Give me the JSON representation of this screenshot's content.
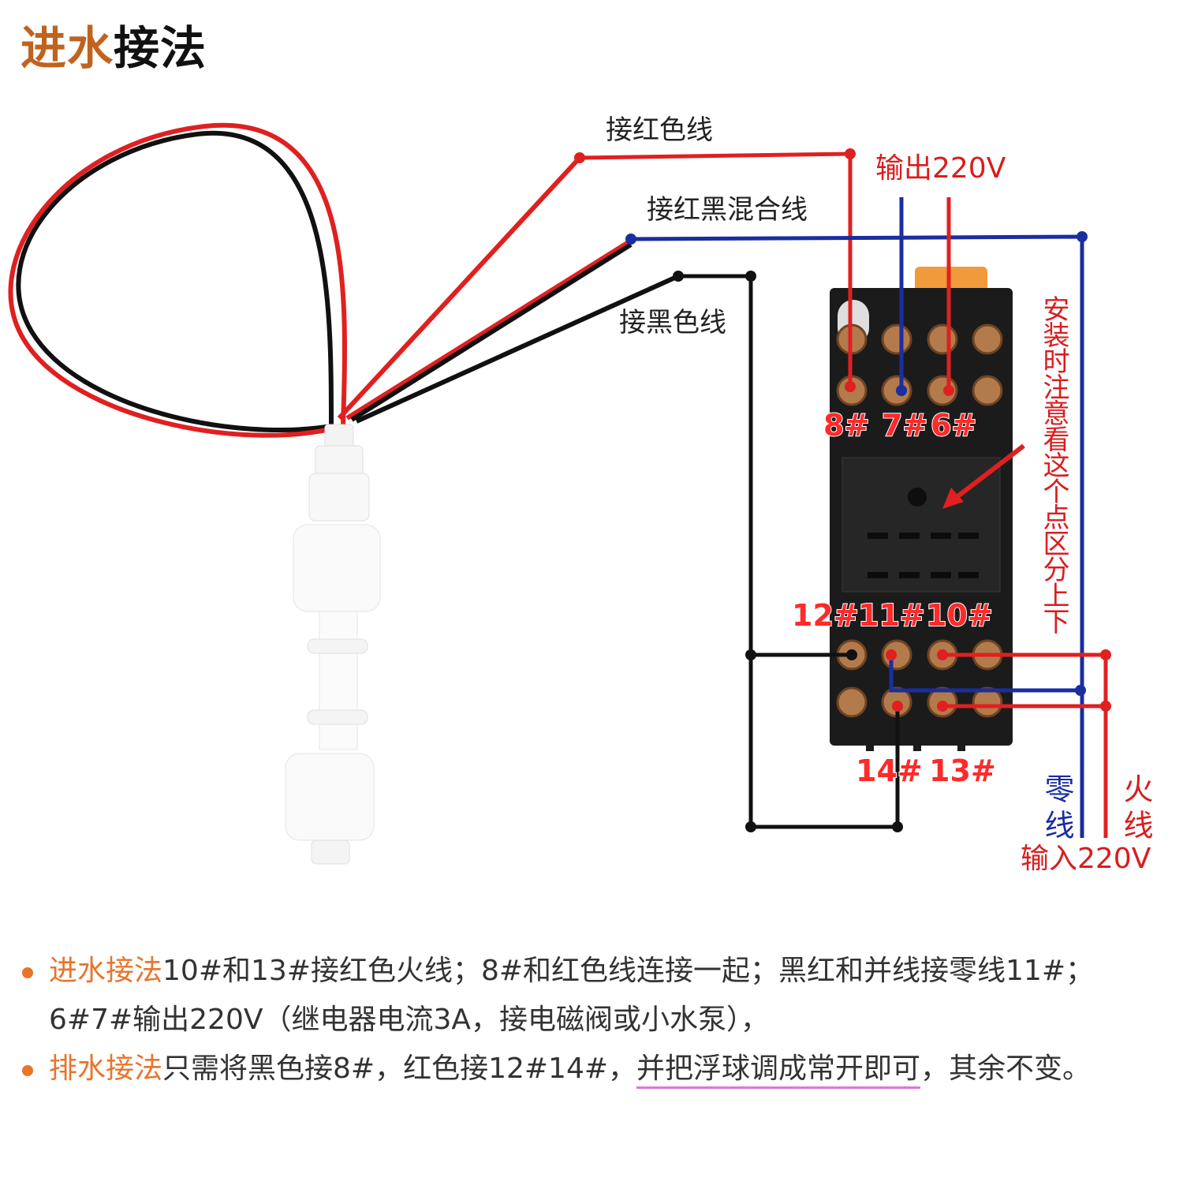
{
  "title": {
    "accent": "进水",
    "rest": "接法"
  },
  "labels": {
    "red_wire": "接红色线",
    "mixed_wire": "接红黑混合线",
    "black_wire": "接黑色线",
    "output": "输出220V",
    "install_note": "安装时注意看这个点区分上下",
    "neutral": "零线",
    "live": "火线",
    "input": "输入220V"
  },
  "terminals": {
    "t8": "8#",
    "t7": "7#",
    "t6": "6#",
    "t12": "12#",
    "t11": "11#",
    "t10": "10#",
    "t14": "14#",
    "t13": "13#"
  },
  "colors": {
    "red_wire": "#e02020",
    "blue_wire": "#1a2ea0",
    "black_wire": "#111111",
    "accent": "#e8742c"
  },
  "notes": [
    {
      "head": "进水接法",
      "text": "10#和13#接红色火线；8#和红色线连接一起；黑红和并线接零线11#；6#7#输出220V（继电器电流3A，接电磁阀或小水泵），"
    },
    {
      "head": "排水接法",
      "pre": "只需将黑色接8#，红色接12#14#，",
      "underline": "并把浮球调成常开即可",
      "post": "，其余不变。"
    }
  ]
}
